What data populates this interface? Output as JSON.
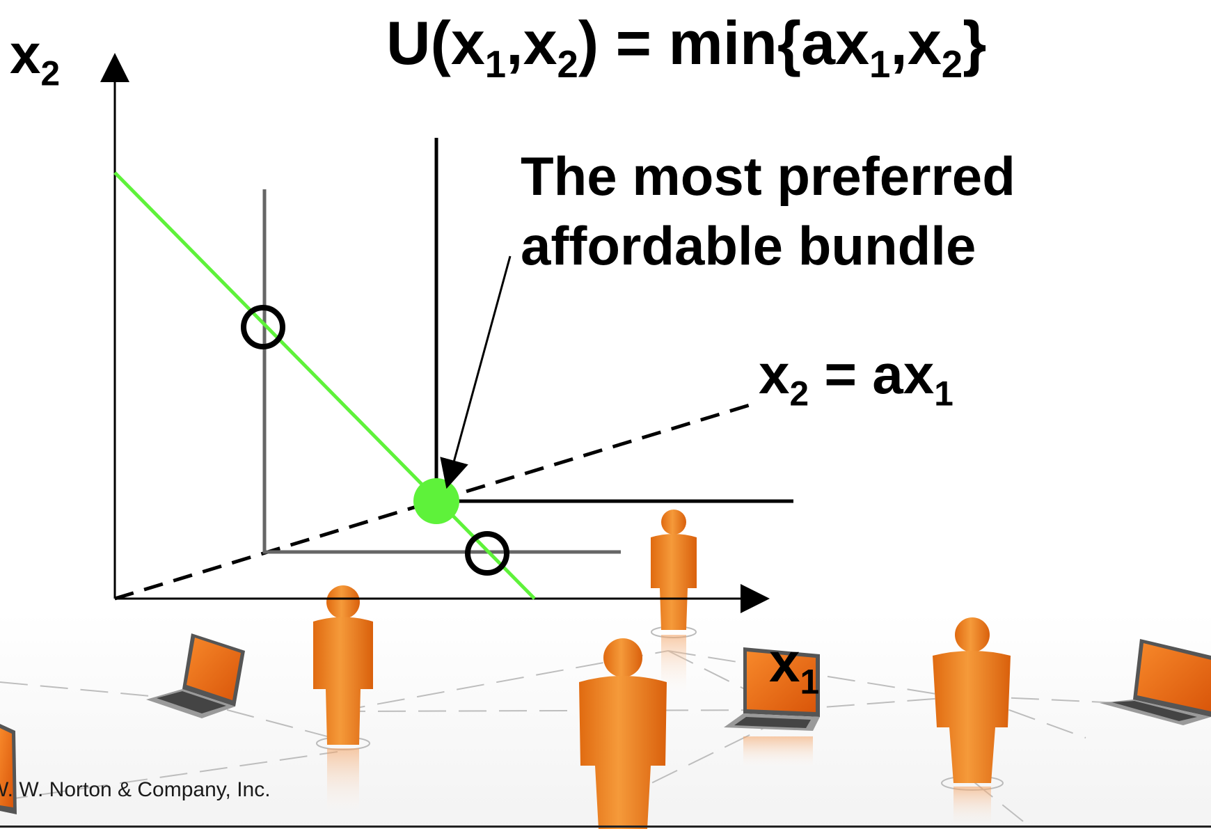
{
  "title": {
    "main": "U(x",
    "sub1": "1",
    "comma": ",x",
    "sub2": "2",
    "middle": ") = min{ax",
    "sub3": "1",
    "comma2": ",x",
    "sub4": "2",
    "end": "}"
  },
  "axes": {
    "x2_letter": "x",
    "x2_sub": "2",
    "x1_letter": "x",
    "x1_sub": "1"
  },
  "annotation": {
    "line1": "The most preferred",
    "line2": "affordable bundle"
  },
  "ratio_line": {
    "lhs": "x",
    "lhs_sub": "2",
    "eq": " = ax",
    "rhs_sub": "1"
  },
  "footer": "W. W. Norton & Company, Inc.",
  "colors": {
    "budget_line": "#5ef23a",
    "optimum": "#5ef23a",
    "indifference_low": "#666666",
    "indifference_high": "#000000",
    "figure_orange": "#f07d1a",
    "screen_orange": "#f26a0f"
  },
  "decor": {
    "people_icon": "person-figure-icon",
    "laptop_icon": "laptop-icon"
  }
}
